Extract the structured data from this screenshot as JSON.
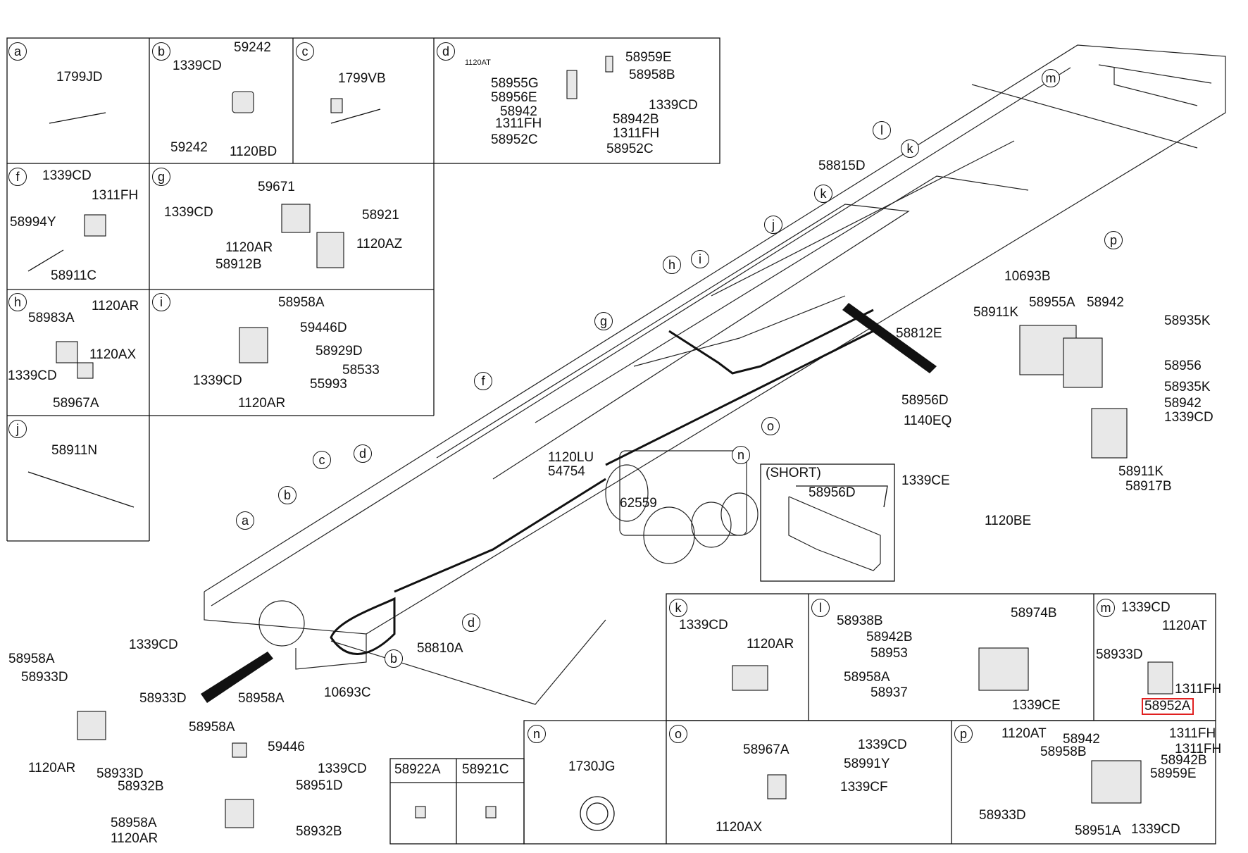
{
  "panels": {
    "a": {
      "key": "a",
      "labels": [
        "1799JD"
      ]
    },
    "b": {
      "key": "b",
      "labels": [
        "1339CD",
        "59242",
        "59242",
        "1120BD"
      ]
    },
    "c": {
      "key": "c",
      "labels": [
        "1799VB"
      ]
    },
    "d": {
      "key": "d",
      "labels": [
        "1120AT",
        "58959E",
        "58958B",
        "58955G",
        "58956E",
        "58942",
        "1339CD",
        "1311FH",
        "58942B",
        "1311FH",
        "58952C",
        "58952C"
      ]
    },
    "f": {
      "key": "f",
      "labels": [
        "1339CD",
        "1311FH",
        "58994Y",
        "58911C"
      ]
    },
    "g": {
      "key": "g",
      "labels": [
        "59671",
        "1339CD",
        "58921",
        "1120AR",
        "1120AZ",
        "58912B"
      ]
    },
    "h": {
      "key": "h",
      "labels": [
        "1120AR",
        "58983A",
        "1120AX",
        "1339CD",
        "58967A"
      ]
    },
    "i": {
      "key": "i",
      "labels": [
        "58958A",
        "59446D",
        "1339CD",
        "58929D",
        "58533",
        "55993",
        "1120AR"
      ]
    },
    "j": {
      "key": "j",
      "labels": [
        "58911N"
      ]
    },
    "k": {
      "key": "k",
      "labels": [
        "1339CD",
        "1120AR"
      ]
    },
    "l": {
      "key": "l",
      "labels": [
        "58938B",
        "58974B",
        "58942B",
        "58953",
        "58958A",
        "58937",
        "1339CE"
      ]
    },
    "m": {
      "key": "m",
      "labels": [
        "1339CD",
        "1120AT",
        "58933D",
        "1311FH",
        "58952A"
      ]
    },
    "n": {
      "key": "n",
      "labels": [
        "1730JG"
      ]
    },
    "o": {
      "key": "o",
      "labels": [
        "58967A",
        "1339CD",
        "58991Y",
        "1339CF",
        "1120AX"
      ]
    },
    "p": {
      "key": "p",
      "labels": [
        "1120AT",
        "58942",
        "1311FH",
        "58958B",
        "1311FH",
        "58942B",
        "58959E",
        "58933D",
        "58951A",
        "1339CD"
      ]
    }
  },
  "small_boxes": [
    "58922A",
    "58921C"
  ],
  "short_box": {
    "title": "(SHORT)",
    "label": "58956D"
  },
  "main_labels": {
    "l58815D": "58815D",
    "l10693B": "10693B",
    "l58812E": "58812E",
    "l58911K_a": "58911K",
    "l58955A": "58955A",
    "l58942_a": "58942",
    "l58935K_a": "58935K",
    "l58956": "58956",
    "l58935K_b": "58935K",
    "l58942_b": "58942",
    "l1339CD_r": "1339CD",
    "l58956D": "58956D",
    "l1140EQ": "1140EQ",
    "l1339CE": "1339CE",
    "l58911K_b": "58911K",
    "l58917B": "58917B",
    "l1120BE": "1120BE",
    "l1120LU": "1120LU",
    "l54754": "54754",
    "l62559": "62559",
    "l58810A": "58810A",
    "l10693C": "10693C"
  },
  "main_keys": {
    "kh": "h",
    "ki": "i",
    "kj": "j",
    "kk1": "k",
    "kk2": "k",
    "kl": "l",
    "km": "m",
    "kp": "p",
    "kg": "g",
    "kf": "f",
    "kc": "c",
    "kd1": "d",
    "kb1": "b",
    "ka": "a",
    "kd2": "d",
    "kb2": "b",
    "kn": "n",
    "ko": "o"
  },
  "bottom_left": {
    "l58958A_1": "58958A",
    "l1339CD_bl": "1339CD",
    "l58933D_1": "58933D",
    "l58933D_2": "58933D",
    "l1120AR_bl": "1120AR",
    "l58933D_3": "58933D",
    "l58958A_2": "58958A",
    "l58958A_3": "58958A",
    "l59446": "59446",
    "l1339CD_bl2": "1339CD",
    "l58932B_1": "58932B",
    "l58951D": "58951D",
    "l58958A_4": "58958A",
    "l58932B_2": "58932B",
    "l1120AR_bl2": "1120AR"
  }
}
